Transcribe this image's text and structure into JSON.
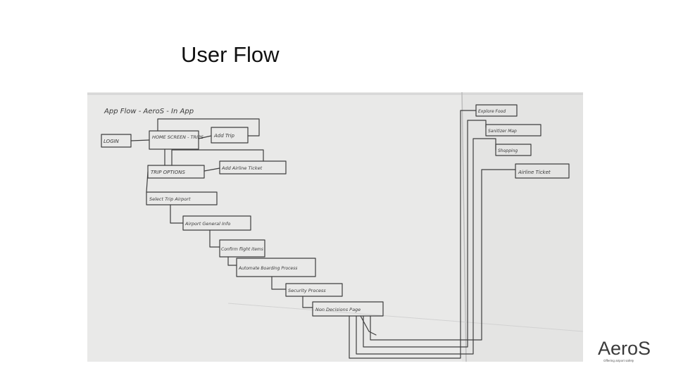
{
  "slide": {
    "title": "User Flow"
  },
  "sketch": {
    "heading": "App Flow - AeroS - In App",
    "nodes": {
      "login": "LOGIN",
      "home": "HOME SCREEN - TRIPS",
      "add_trip": "Add Trip",
      "trip_options": "TRIP OPTIONS",
      "add_airline_ticket": "Add Airline Ticket",
      "select_trip_airport": "Select Trip Airport",
      "airport_general_info": "Airport General Info",
      "confirm_flight": "Confirm flight items",
      "automate_boarding": "Automate Boarding Process",
      "security_process": "Security Process",
      "non_decisions": "Non Decisions Page",
      "explore_food": "Explore Food",
      "sanitizer_map": "Sanitizer Map",
      "shopping": "Shopping",
      "airline_ticket": "Airline Ticket"
    }
  },
  "brand": {
    "logo_text": "AeroS",
    "tagline": "Offering airport safety"
  },
  "colors": {
    "paper": "#eaeaea",
    "ink": "#3a3a3a",
    "fold_shadow": "#c9c9c9"
  }
}
